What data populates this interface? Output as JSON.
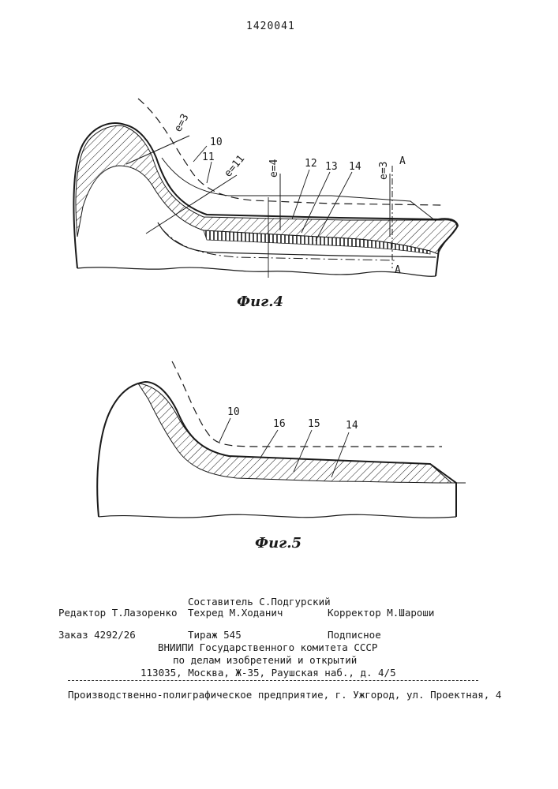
{
  "page_number": "1420041",
  "figure4": {
    "caption": "Фиг.4",
    "labels": {
      "e3_top": "e=3",
      "e11": "e=11",
      "e4": "e=4",
      "e3_right": "e=3",
      "n10": "10",
      "n11": "11",
      "n12": "12",
      "n13": "13",
      "n14": "14",
      "section_top": "А",
      "section_bottom": "А"
    }
  },
  "figure5": {
    "caption": "Фиг.5",
    "labels": {
      "n10": "10",
      "n16": "16",
      "n15": "15",
      "n14": "14"
    }
  },
  "colophon": {
    "compiler": "Составитель С.Подгурский",
    "editor": "Редактор Т.Лазоренко",
    "techred": "Техред М.Ходанич",
    "corrector": "Корректор М.Шароши",
    "order": "Заказ 4292/26",
    "circulation": "Тираж 545",
    "subscription": "Подписное",
    "institute": "ВНИИПИ Государственного комитета СССР",
    "affairs": "по делам изобретений и открытий",
    "address": "113035, Москва, Ж-35, Раушская наб., д. 4/5",
    "printer": "Производственно-полиграфическое предприятие, г. Ужгород, ул. Проектная, 4"
  }
}
